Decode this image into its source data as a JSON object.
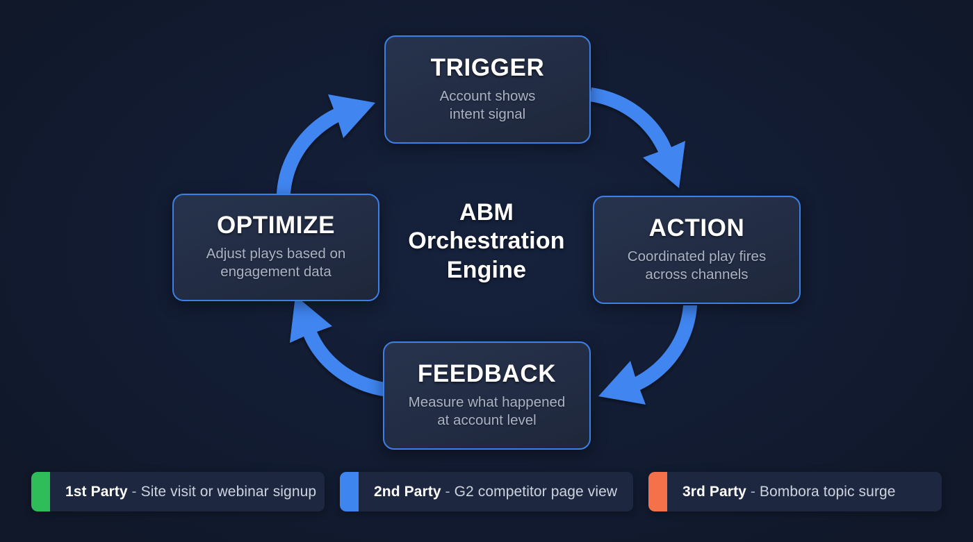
{
  "canvas": {
    "background_color": "#121c33",
    "accent_color": "#3d7fe4",
    "arrow_color": "#3f85f0"
  },
  "center": {
    "label": "ABM\nOrchestration\nEngine"
  },
  "cycle": {
    "nodes": [
      {
        "id": "trigger",
        "title": "TRIGGER",
        "description": "Account shows\nintent signal"
      },
      {
        "id": "action",
        "title": "ACTION",
        "description": "Coordinated play fires\nacross channels"
      },
      {
        "id": "feedback",
        "title": "FEEDBACK",
        "description": "Measure what happened\nat account level"
      },
      {
        "id": "optimize",
        "title": "OPTIMIZE",
        "description": "Adjust plays based on\nengagement data"
      }
    ]
  },
  "legend": {
    "items": [
      {
        "id": "first-party",
        "label": "1st Party",
        "dash": " - ",
        "description": "Site visit or webinar signup",
        "color": "#2fbd5a"
      },
      {
        "id": "second-party",
        "label": "2nd Party",
        "dash": " - ",
        "description": "G2 competitor page view",
        "color": "#3f85f0"
      },
      {
        "id": "third-party",
        "label": "3rd Party",
        "dash": " - ",
        "description": "Bombora topic surge",
        "color": "#f4714a"
      }
    ]
  }
}
